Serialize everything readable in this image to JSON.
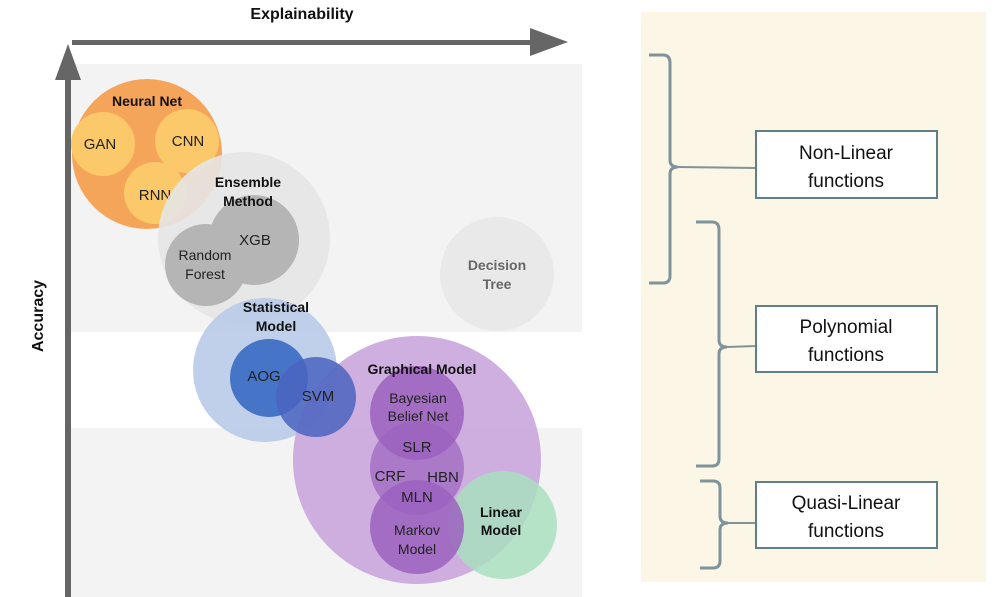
{
  "axes": {
    "x_label": "Explainability",
    "y_label": "Accuracy"
  },
  "groups": {
    "neural_net": {
      "label": "Neural Net",
      "members": [
        "GAN",
        "CNN",
        "RNN"
      ]
    },
    "ensemble": {
      "label_line1": "Ensemble",
      "label_line2": "Method",
      "members": {
        "xgb": "XGB",
        "random_line1": "Random",
        "random_line2": "Forest"
      }
    },
    "decision_tree": {
      "line1": "Decision",
      "line2": "Tree"
    },
    "statistical": {
      "label_line1": "Statistical",
      "label_line2": "Model",
      "members": [
        "AOG",
        "SVM"
      ]
    },
    "graphical": {
      "label": "Graphical Model",
      "bayes_line1": "Bayesian",
      "bayes_line2": "Belief Net",
      "slr": "SLR",
      "crf": "CRF",
      "hbn": "HBN",
      "mln": "MLN",
      "markov_line1": "Markov",
      "markov_line2": "Model"
    },
    "linear": {
      "label_line1": "Linear",
      "label_line2": "Model"
    }
  },
  "function_boxes": [
    {
      "line1": "Non-Linear",
      "line2": "functions"
    },
    {
      "line1": "Polynomial",
      "line2": "functions"
    },
    {
      "line1": "Quasi-Linear",
      "line2": "functions"
    }
  ],
  "colors": {
    "neural_net": "#f5a55a",
    "neural_member": "#fbc86a",
    "ensemble": "#e6e6e6",
    "ensemble_member": "#b5b5b5",
    "statistical": "#b9cbe8",
    "statistical_member": "#3f6fc4",
    "graphical": "#c9a6dc",
    "graphical_member": "#9b62bf",
    "linear": "#a9dfbf",
    "panel": "#fbf6e6",
    "axis": "#666666"
  }
}
